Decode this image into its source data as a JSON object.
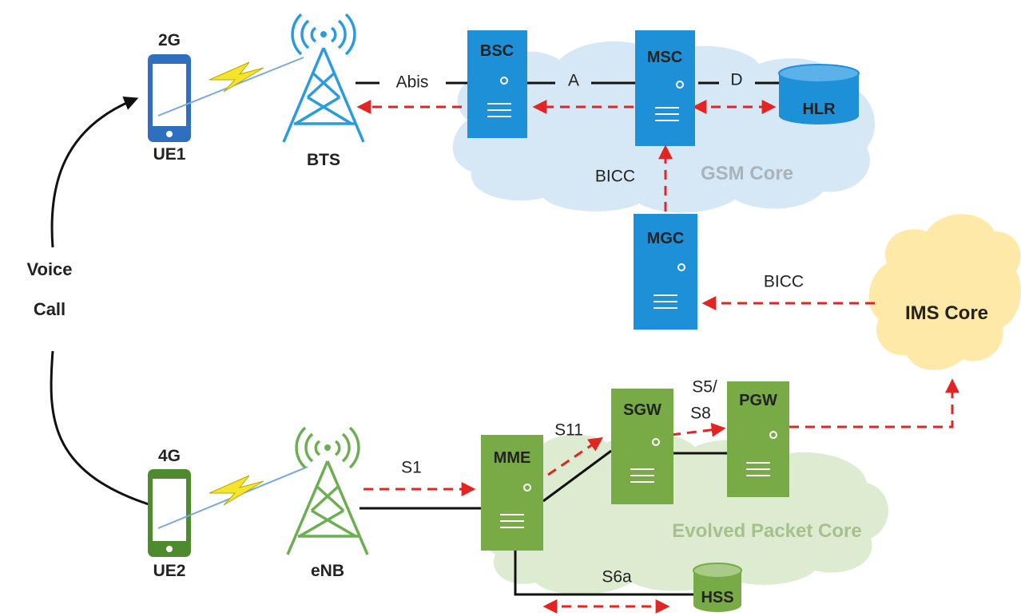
{
  "ue1": {
    "gen": "2G",
    "name": "UE1"
  },
  "ue2": {
    "gen": "4G",
    "name": "UE2"
  },
  "voice_call": {
    "line1": "Voice",
    "line2": "Call"
  },
  "bts": "BTS",
  "enb": "eNB",
  "servers": {
    "bsc": "BSC",
    "msc": "MSC",
    "mgc": "MGC",
    "mme": "MME",
    "sgw": "SGW",
    "pgw": "PGW"
  },
  "databases": {
    "hlr": "HLR",
    "hss": "HSS"
  },
  "interfaces": {
    "abis": "Abis",
    "a": "A",
    "d": "D",
    "bicc_msc": "BICC",
    "bicc_ims": "BICC",
    "s1": "S1",
    "s11": "S11",
    "s5_s8_line1": "S5/",
    "s5_s8_line2": "S8",
    "s6a": "S6a"
  },
  "clouds": {
    "gsm_core": "GSM Core",
    "epc": "Evolved Packet Core",
    "ims_core": "IMS Core"
  },
  "colors": {
    "gsm_blue": "#1E90D8",
    "lte_green": "#78AA46",
    "gsm_cloud": "#D6E8F5",
    "epc_cloud": "#DDEBD0",
    "ims_cloud": "#FFE9A8",
    "signal_red": "#E42323"
  }
}
